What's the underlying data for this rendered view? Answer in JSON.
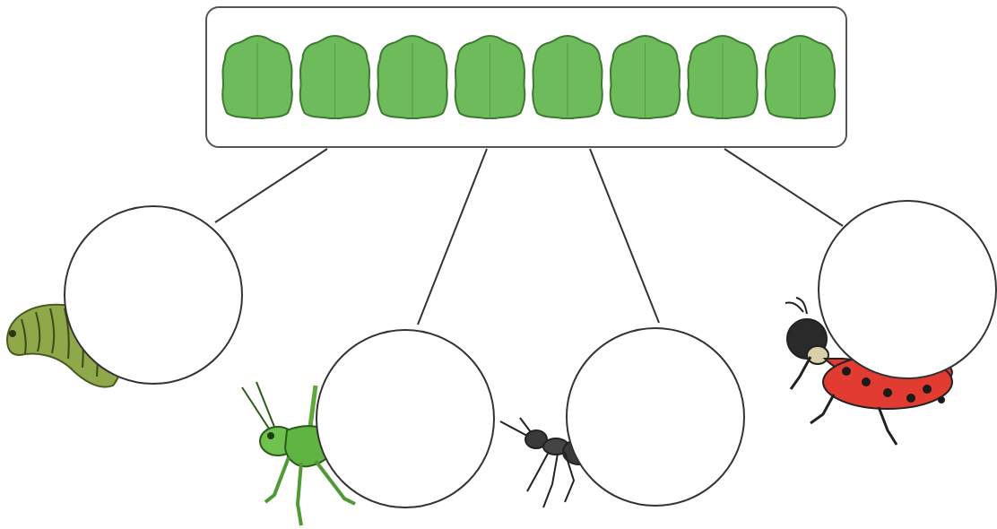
{
  "diagram": {
    "leaf_count": 8,
    "leaf_icon": "leaf-icon",
    "colors": {
      "leaf_fill": "#6dbb5a",
      "leaf_edge": "#3f7a33",
      "box_stroke": "#555555",
      "line": "#333333",
      "circle_stroke": "#333333"
    },
    "groups": [
      {
        "animal": "caterpillar",
        "icon": "caterpillar-icon"
      },
      {
        "animal": "grasshopper",
        "icon": "grasshopper-icon"
      },
      {
        "animal": "ant",
        "icon": "ant-icon"
      },
      {
        "animal": "ladybird",
        "icon": "ladybird-icon"
      }
    ]
  }
}
